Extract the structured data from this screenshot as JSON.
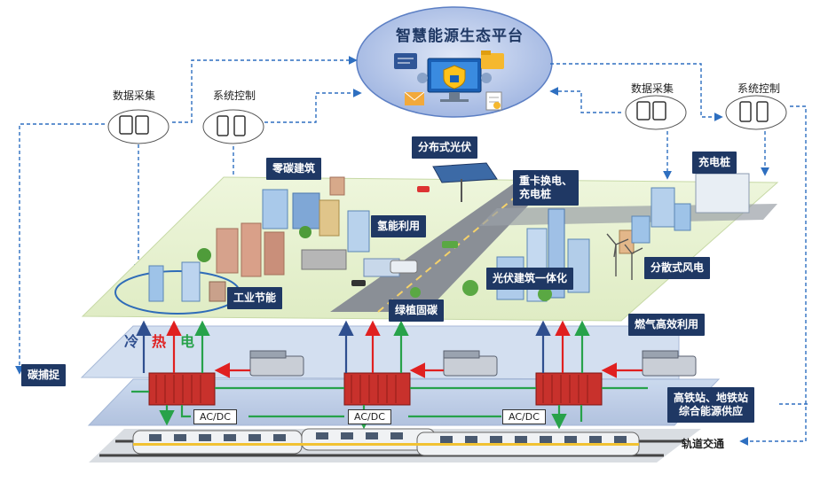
{
  "platform": {
    "title": "智慧能源生态平台"
  },
  "left_nodes": {
    "data_collection": "数据采集",
    "system_control": "系统控制"
  },
  "right_nodes": {
    "data_collection": "数据采集",
    "system_control": "系统控制"
  },
  "zones": {
    "zero_carbon_building": "零碳建筑",
    "distributed_pv": "分布式光伏",
    "heavy_truck_charging": "重卡换电、\n充电桩",
    "charging_pile": "充电桩",
    "hydrogen": "氢能利用",
    "industrial_saving": "工业节能",
    "green_carbon": "绿植固碳",
    "bipv": "光伏建筑一体化",
    "distributed_wind": "分散式风电",
    "gas_efficient": "燃气高效利用",
    "station_supply": "高铁站、地铁站\n综合能源供应",
    "rail_transit": "轨道交通",
    "carbon_capture": "碳捕捉"
  },
  "energy_flows": {
    "cold": "冷",
    "heat": "热",
    "power": "电"
  },
  "converters": [
    "AC/DC",
    "AC/DC",
    "AC/DC"
  ],
  "colors": {
    "navy": "#1f3864",
    "cold": "#2f4f8f",
    "heat": "#e02020",
    "power": "#27a24a",
    "dash": "#2e6fc0"
  }
}
